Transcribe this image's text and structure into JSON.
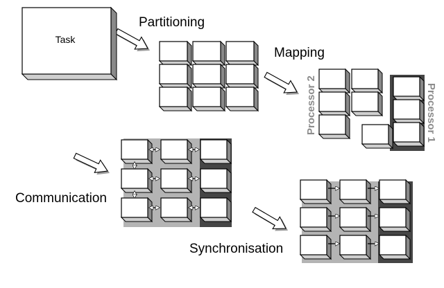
{
  "labels": {
    "task": "Task",
    "partitioning": "Partitioning",
    "mapping": "Mapping",
    "processor_2": "Processor 2",
    "processor_1": "Processor 1",
    "communication": "Communication",
    "synchronisation": "Synchronisation"
  },
  "colors": {
    "block_face": "#ffffff",
    "block_side": "#cfcfcf",
    "block_shadow": "#8a8a8a",
    "band_light": "#b4b4b4",
    "band_dark": "#454545",
    "outline": "#000000",
    "processor_text": "#8c8c8c"
  },
  "icons": {
    "stage_arrow": "hollow-arrow-icon",
    "link_arrow": "double-arrow-icon",
    "sync_arrow": "right-arrow-icon"
  }
}
